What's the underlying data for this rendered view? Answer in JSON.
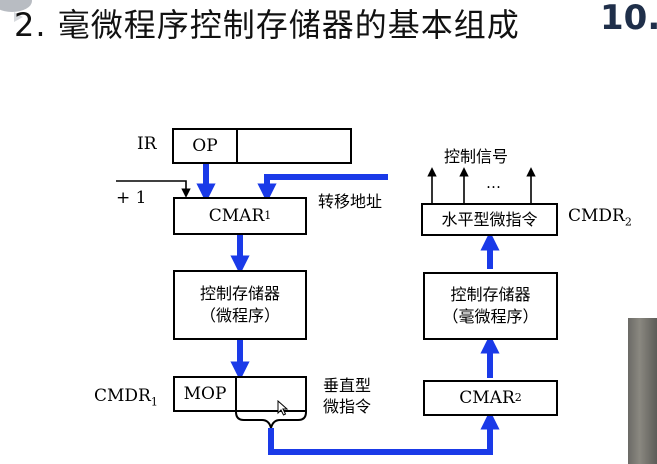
{
  "title": "2. 毫微程序控制存储器的基本组成",
  "slide_number": "10.",
  "colors": {
    "arrow": "#1a3ae8",
    "line": "#000000"
  },
  "left": {
    "ir_label": "IR",
    "op_label": "OP",
    "plus_one": "+ 1",
    "jump_label": "转移地址",
    "cmar1_main": "CMAR",
    "cmar1_sub": "1",
    "cs1_line1": "控制存储器",
    "cs1_line2": "（微程序）",
    "cmdr1_main": "CMDR",
    "cmdr1_sub": "1",
    "mop_label": "MOP",
    "vertical_line1": "垂直型",
    "vertical_line2": "微指令"
  },
  "right": {
    "signals_label": "控制信号",
    "ellipsis": "…",
    "horizontal_label": "水平型微指令",
    "cmdr2_main": "CMDR",
    "cmdr2_sub": "2",
    "cs2_line1": "控制存储器",
    "cs2_line2": "（毫微程序）",
    "cmar2_main": "CMAR",
    "cmar2_sub": "2"
  },
  "icons": [
    "cursor-icon"
  ]
}
